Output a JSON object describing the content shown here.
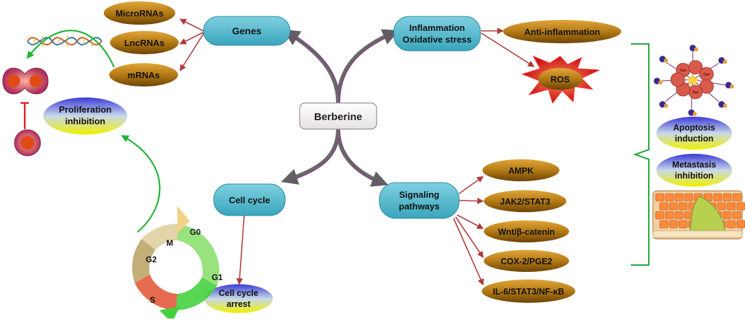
{
  "center": {
    "label": "Berberine"
  },
  "genes": {
    "label": "Genes",
    "items": [
      "MicroRNAs",
      "LncRNAs",
      "mRNAs"
    ]
  },
  "inflammation": {
    "label_line1": "Inflammation",
    "label_line2": "Oxidative stress",
    "anti_inflammation": "Anti-inflammation",
    "ros": "ROS"
  },
  "cell_cycle": {
    "label": "Cell cycle",
    "arrest_line1": "Cell cycle",
    "arrest_line2": "arrest",
    "phases": [
      "G0",
      "G1",
      "S",
      "G2",
      "M"
    ]
  },
  "signaling": {
    "label_line1": "Signaling",
    "label_line2": "pathways",
    "items": [
      "AMPK",
      "JAK2/STAT3",
      "Wnt/β-catenin",
      "COX-2/PGE2",
      "IL-6/STAT3/NF-κB"
    ]
  },
  "outcomes": {
    "proliferation_line1": "Proliferation",
    "proliferation_line2": "inhibition",
    "apoptosis_line1": "Apoptosis",
    "apoptosis_line2": "induction",
    "metastasis_line1": "Metastasis",
    "metastasis_line2": "inhibition",
    "caspase_label": "Cas"
  },
  "colors": {
    "blue_node": "#4bb3c8",
    "brown_node": "#b07812",
    "red_arrow": "#b03a3a",
    "gray_arrow": "#6d6d6d",
    "green_arrow": "#22b33a",
    "red_star": "#ff1a1a"
  }
}
